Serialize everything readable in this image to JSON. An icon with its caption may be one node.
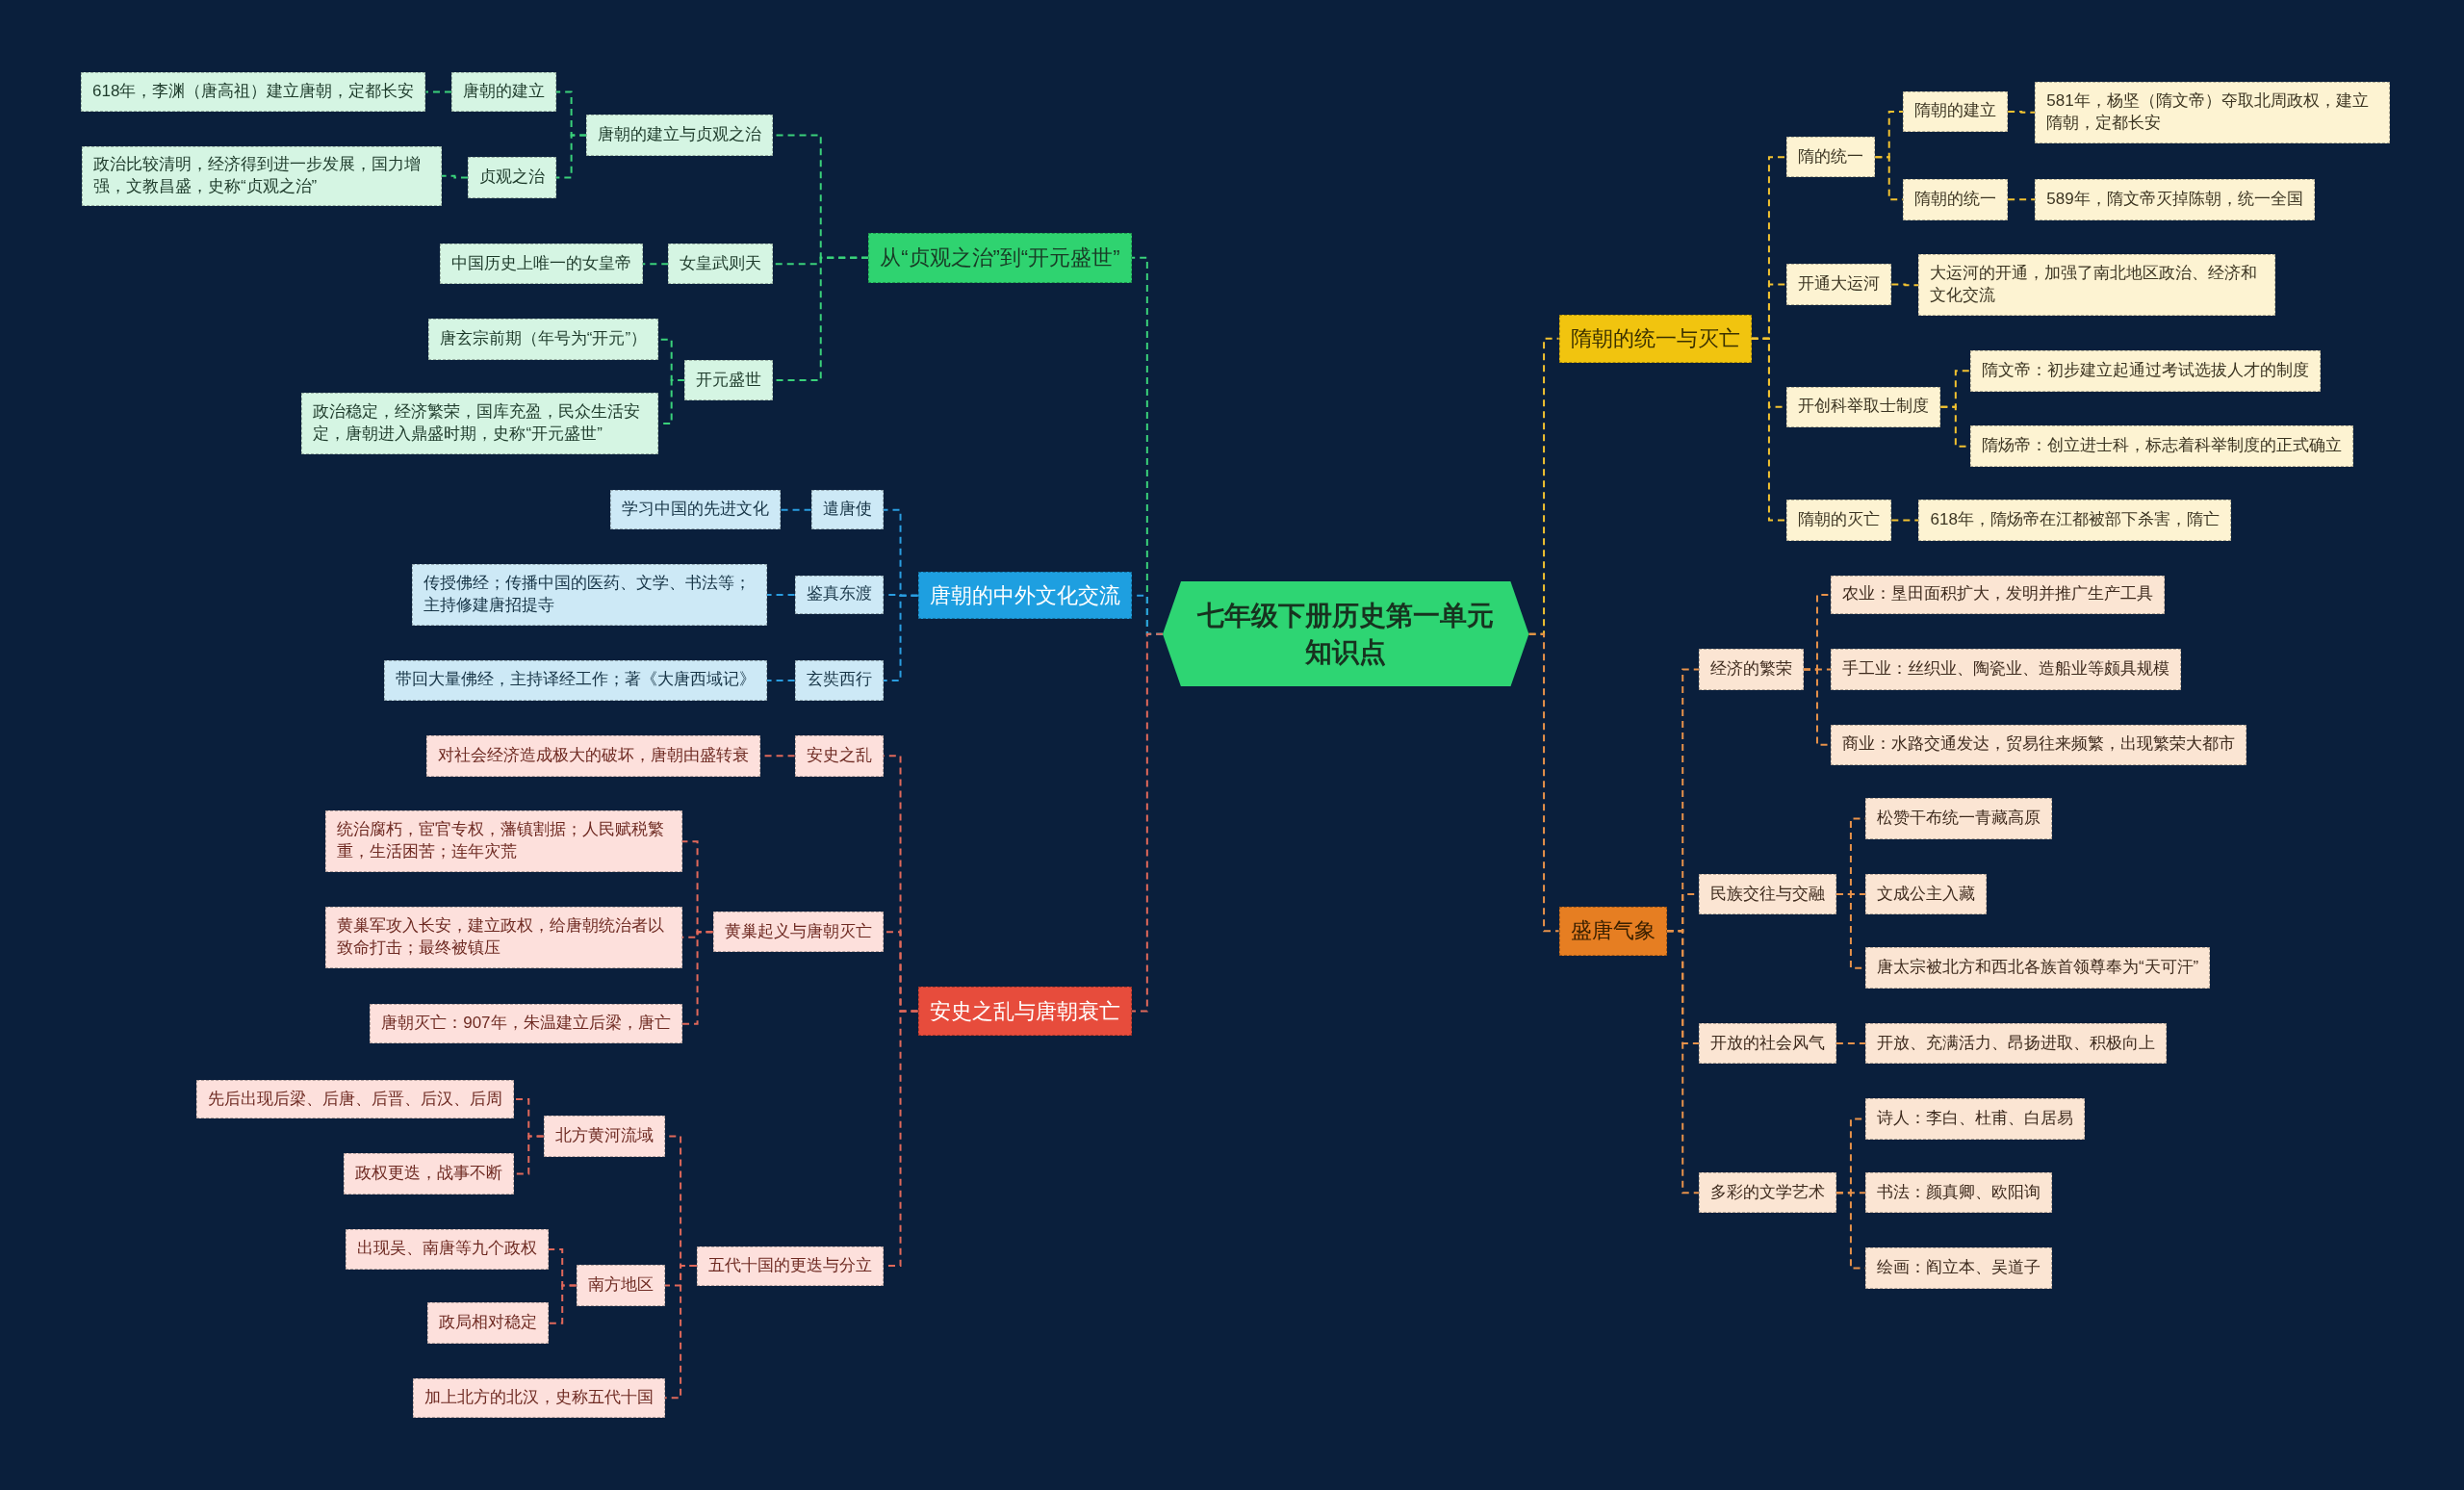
{
  "diagram": {
    "nodes": [
      {
        "text": [
          "七年级下册历史第一单元知识点"
        ]
      },
      {
        "text": [
          "从“贞观之治”到“开元盛世”"
        ]
      },
      {
        "text": [
          "唐朝的建立与贞观之治"
        ]
      },
      {
        "text": [
          "唐朝的建立"
        ]
      },
      {
        "text": [
          "618年，李渊（唐高祖）建立唐朝，定都长安"
        ]
      },
      {
        "text": [
          "贞观之治"
        ]
      },
      {
        "text": [
          "政治比较清明，经济得到进一步发展，国力增强，文教昌盛，史称“贞观之治”"
        ]
      },
      {
        "text": [
          "女皇武则天"
        ]
      },
      {
        "text": [
          "中国历史上唯一的女皇帝"
        ]
      },
      {
        "text": [
          "开元盛世"
        ]
      },
      {
        "text": [
          "唐玄宗前期（年号为“开元”）"
        ]
      },
      {
        "text": [
          "政治稳定，经济繁荣，国库充盈，民众生活安定，唐朝进入鼎盛时期，史称“开元盛世”"
        ]
      },
      {
        "text": [
          "唐朝的中外文化交流"
        ]
      },
      {
        "text": [
          "遣唐使"
        ]
      },
      {
        "text": [
          "学习中国的先进文化"
        ]
      },
      {
        "text": [
          "鉴真东渡"
        ]
      },
      {
        "text": [
          "传授佛经；传播中国的医药、文学、书法等；主持修建唐招提寺"
        ]
      },
      {
        "text": [
          "玄奘西行"
        ]
      },
      {
        "text": [
          "带回大量佛经，主持译经工作；著《大唐西域记》"
        ]
      },
      {
        "text": [
          "安史之乱与唐朝衰亡"
        ]
      },
      {
        "text": [
          "安史之乱"
        ]
      },
      {
        "text": [
          "对社会经济造成极大的破坏，唐朝由盛转衰"
        ]
      },
      {
        "text": [
          "黄巢起义与唐朝灭亡"
        ]
      },
      {
        "text": [
          "统治腐朽，宦官专权，藩镇割据；人民赋税繁重，生活困苦；连年灾荒"
        ]
      },
      {
        "text": [
          "黄巢军攻入长安，建立政权，给唐朝统治者以致命打击；最终被镇压"
        ]
      },
      {
        "text": [
          "唐朝灭亡：907年，朱温建立后梁，唐亡"
        ]
      },
      {
        "text": [
          "五代十国的更迭与分立"
        ]
      },
      {
        "text": [
          "北方黄河流域"
        ]
      },
      {
        "text": [
          "先后出现后梁、后唐、后晋、后汉、后周"
        ]
      },
      {
        "text": [
          "政权更迭，战事不断"
        ]
      },
      {
        "text": [
          "南方地区"
        ]
      },
      {
        "text": [
          "出现吴、南唐等九个政权"
        ]
      },
      {
        "text": [
          "政局相对稳定"
        ]
      },
      {
        "text": [
          "加上北方的北汉，史称五代十国"
        ]
      },
      {
        "text": [
          "隋朝的统一与灭亡"
        ]
      },
      {
        "text": [
          "隋的统一"
        ]
      },
      {
        "text": [
          "隋朝的建立"
        ]
      },
      {
        "text": [
          "581年，杨坚（隋文帝）夺取北周政权，建立隋朝，定都长安"
        ]
      },
      {
        "text": [
          "隋朝的统一"
        ]
      },
      {
        "text": [
          "589年，隋文帝灭掉陈朝，统一全国"
        ]
      },
      {
        "text": [
          "开通大运河"
        ]
      },
      {
        "text": [
          "大运河的开通，加强了南北地区政治、经济和文化交流"
        ]
      },
      {
        "text": [
          "开创科举取士制度"
        ]
      },
      {
        "text": [
          "隋文帝：初步建立起通过考试选拔人才的制度"
        ]
      },
      {
        "text": [
          "隋炀帝：创立进士科，标志着科举制度的正式确立"
        ]
      },
      {
        "text": [
          "隋朝的灭亡"
        ]
      },
      {
        "text": [
          "618年，隋炀帝在江都被部下杀害，隋亡"
        ]
      },
      {
        "text": [
          "盛唐气象"
        ]
      },
      {
        "text": [
          "经济的繁荣"
        ]
      },
      {
        "text": [
          "农业：垦田面积扩大，发明并推广生产工具"
        ]
      },
      {
        "text": [
          "手工业：丝织业、陶瓷业、造船业等颇具规模"
        ]
      },
      {
        "text": [
          "商业：水路交通发达，贸易往来频繁，出现繁荣大都市"
        ]
      },
      {
        "text": [
          "民族交往与交融"
        ]
      },
      {
        "text": [
          "松赞干布统一青藏高原"
        ]
      },
      {
        "text": [
          "文成公主入藏"
        ]
      },
      {
        "text": [
          "唐太宗被北方和西北各族首领尊奉为“天可汗”"
        ]
      },
      {
        "text": [
          "开放的社会风气"
        ]
      },
      {
        "text": [
          "开放、充满活力、昂扬进取、积极向上"
        ]
      },
      {
        "text": [
          "多彩的文学艺术"
        ]
      },
      {
        "text": [
          "诗人：李白、杜甫、白居易"
        ]
      },
      {
        "text": [
          "书法：颜真卿、欧阳询"
        ]
      },
      {
        "text": [
          "绘画：阎立本、吴道子"
        ]
      }
    ],
    "edges": [
      {
        "from": 0,
        "to": 1,
        "arrow": "none",
        "color": "#3ad17a"
      },
      {
        "from": 0,
        "to": 12,
        "arrow": "none",
        "color": "#2a9de0"
      },
      {
        "from": 0,
        "to": 19,
        "arrow": "none",
        "color": "#e0685a"
      },
      {
        "from": 0,
        "to": 34,
        "arrow": "none",
        "color": "#f2c230"
      },
      {
        "from": 0,
        "to": 47,
        "arrow": "none",
        "color": "#e8924a"
      },
      {
        "from": 1,
        "to": 2,
        "arrow": "none",
        "color": "#3ad17a"
      },
      {
        "from": 1,
        "to": 7,
        "arrow": "none",
        "color": "#3ad17a"
      },
      {
        "from": 1,
        "to": 9,
        "arrow": "none",
        "color": "#3ad17a"
      },
      {
        "from": 2,
        "to": 3,
        "arrow": "none",
        "color": "#3ad17a"
      },
      {
        "from": 2,
        "to": 5,
        "arrow": "none",
        "color": "#3ad17a"
      },
      {
        "from": 3,
        "to": 4,
        "arrow": "none",
        "color": "#3ad17a"
      },
      {
        "from": 5,
        "to": 6,
        "arrow": "none",
        "color": "#3ad17a"
      },
      {
        "from": 7,
        "to": 8,
        "arrow": "none",
        "color": "#3ad17a"
      },
      {
        "from": 9,
        "to": 10,
        "arrow": "none",
        "color": "#3ad17a"
      },
      {
        "from": 9,
        "to": 11,
        "arrow": "none",
        "color": "#3ad17a"
      },
      {
        "from": 12,
        "to": 13,
        "arrow": "none",
        "color": "#2a9de0"
      },
      {
        "from": 12,
        "to": 15,
        "arrow": "none",
        "color": "#2a9de0"
      },
      {
        "from": 12,
        "to": 17,
        "arrow": "none",
        "color": "#2a9de0"
      },
      {
        "from": 13,
        "to": 14,
        "arrow": "none",
        "color": "#2a9de0"
      },
      {
        "from": 15,
        "to": 16,
        "arrow": "none",
        "color": "#2a9de0"
      },
      {
        "from": 17,
        "to": 18,
        "arrow": "none",
        "color": "#2a9de0"
      },
      {
        "from": 19,
        "to": 20,
        "arrow": "none",
        "color": "#e0685a"
      },
      {
        "from": 19,
        "to": 22,
        "arrow": "none",
        "color": "#e0685a"
      },
      {
        "from": 19,
        "to": 26,
        "arrow": "none",
        "color": "#e0685a"
      },
      {
        "from": 20,
        "to": 21,
        "arrow": "none",
        "color": "#e0685a"
      },
      {
        "from": 22,
        "to": 23,
        "arrow": "none",
        "color": "#e0685a"
      },
      {
        "from": 22,
        "to": 24,
        "arrow": "none",
        "color": "#e0685a"
      },
      {
        "from": 22,
        "to": 25,
        "arrow": "none",
        "color": "#e0685a"
      },
      {
        "from": 26,
        "to": 27,
        "arrow": "none",
        "color": "#e0685a"
      },
      {
        "from": 26,
        "to": 30,
        "arrow": "none",
        "color": "#e0685a"
      },
      {
        "from": 26,
        "to": 33,
        "arrow": "none",
        "color": "#e0685a"
      },
      {
        "from": 27,
        "to": 28,
        "arrow": "none",
        "color": "#e0685a"
      },
      {
        "from": 27,
        "to": 29,
        "arrow": "none",
        "color": "#e0685a"
      },
      {
        "from": 30,
        "to": 31,
        "arrow": "none",
        "color": "#e0685a"
      },
      {
        "from": 30,
        "to": 32,
        "arrow": "none",
        "color": "#e0685a"
      },
      {
        "from": 34,
        "to": 35,
        "arrow": "none",
        "color": "#f2c230"
      },
      {
        "from": 34,
        "to": 40,
        "arrow": "none",
        "color": "#f2c230"
      },
      {
        "from": 34,
        "to": 42,
        "arrow": "none",
        "color": "#f2c230"
      },
      {
        "from": 34,
        "to": 45,
        "arrow": "none",
        "color": "#f2c230"
      },
      {
        "from": 35,
        "to": 36,
        "arrow": "none",
        "color": "#f2c230"
      },
      {
        "from": 35,
        "to": 38,
        "arrow": "none",
        "color": "#f2c230"
      },
      {
        "from": 36,
        "to": 37,
        "arrow": "none",
        "color": "#f2c230"
      },
      {
        "from": 38,
        "to": 39,
        "arrow": "none",
        "color": "#f2c230"
      },
      {
        "from": 40,
        "to": 41,
        "arrow": "none",
        "color": "#f2c230"
      },
      {
        "from": 42,
        "to": 43,
        "arrow": "none",
        "color": "#f2c230"
      },
      {
        "from": 42,
        "to": 44,
        "arrow": "none",
        "color": "#f2c230"
      },
      {
        "from": 45,
        "to": 46,
        "arrow": "none",
        "color": "#f2c230"
      },
      {
        "from": 47,
        "to": 48,
        "arrow": "none",
        "color": "#e8924a"
      },
      {
        "from": 47,
        "to": 52,
        "arrow": "none",
        "color": "#e8924a"
      },
      {
        "from": 47,
        "to": 56,
        "arrow": "none",
        "color": "#e8924a"
      },
      {
        "from": 47,
        "to": 58,
        "arrow": "none",
        "color": "#e8924a"
      },
      {
        "from": 48,
        "to": 49,
        "arrow": "none",
        "color": "#e8924a"
      },
      {
        "from": 48,
        "to": 50,
        "arrow": "none",
        "color": "#e8924a"
      },
      {
        "from": 48,
        "to": 51,
        "arrow": "none",
        "color": "#e8924a"
      },
      {
        "from": 52,
        "to": 53,
        "arrow": "none",
        "color": "#e8924a"
      },
      {
        "from": 52,
        "to": 54,
        "arrow": "none",
        "color": "#e8924a"
      },
      {
        "from": 52,
        "to": 55,
        "arrow": "none",
        "color": "#e8924a"
      },
      {
        "from": 56,
        "to": 57,
        "arrow": "none",
        "color": "#e8924a"
      },
      {
        "from": 58,
        "to": 59,
        "arrow": "none",
        "color": "#e8924a"
      },
      {
        "from": 58,
        "to": 60,
        "arrow": "none",
        "color": "#e8924a"
      },
      {
        "from": 58,
        "to": 61,
        "arrow": "none",
        "color": "#e8924a"
      }
    ]
  }
}
